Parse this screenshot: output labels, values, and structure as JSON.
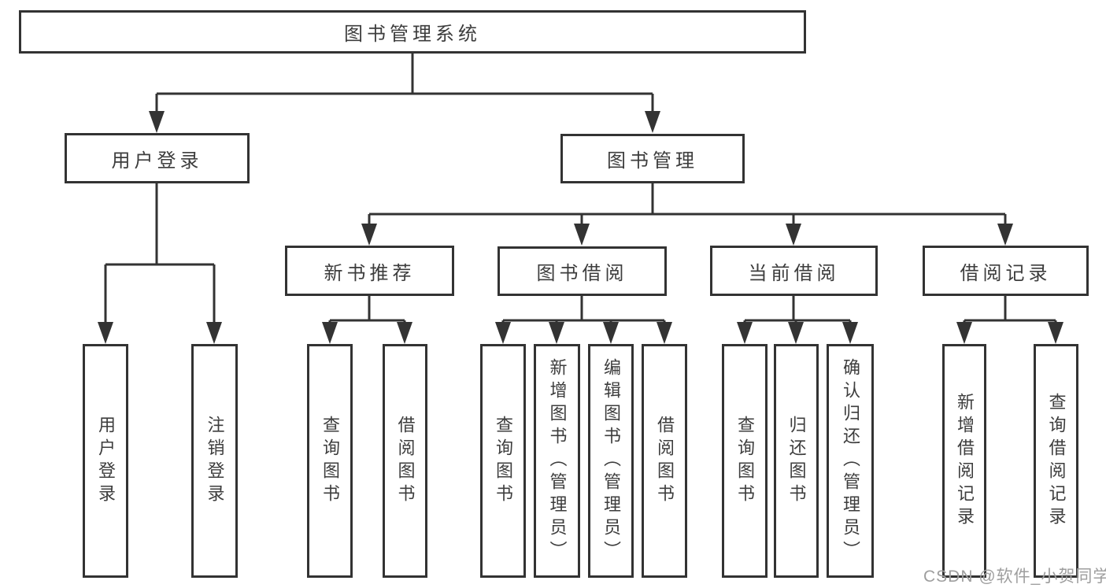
{
  "diagram": {
    "root": {
      "label": "图书管理系统"
    },
    "branches": [
      {
        "label": "用户登录",
        "leaves": [
          {
            "label": "用户登录"
          },
          {
            "label": "注销登录"
          }
        ]
      },
      {
        "label": "图书管理",
        "groups": [
          {
            "label": "新书推荐",
            "leaves": [
              {
                "label": "查询图书"
              },
              {
                "label": "借阅图书"
              }
            ]
          },
          {
            "label": "图书借阅",
            "leaves": [
              {
                "label": "查询图书"
              },
              {
                "label": "新增图书（管理员）"
              },
              {
                "label": "编辑图书（管理员）"
              },
              {
                "label": "借阅图书"
              }
            ]
          },
          {
            "label": "当前借阅",
            "leaves": [
              {
                "label": "查询图书"
              },
              {
                "label": "归还图书"
              },
              {
                "label": "确认归还（管理员）"
              }
            ]
          },
          {
            "label": "借阅记录",
            "leaves": [
              {
                "label": "新增借阅记录"
              },
              {
                "label": "查询借阅记录"
              }
            ]
          }
        ]
      }
    ]
  },
  "watermark": {
    "text": "CSDN @软件_小贺同学"
  },
  "colors": {
    "line": "#333333",
    "box_border": "#333333",
    "text": "#3d3d3d",
    "watermark": "#9e9e9e",
    "background": "#ffffff"
  }
}
